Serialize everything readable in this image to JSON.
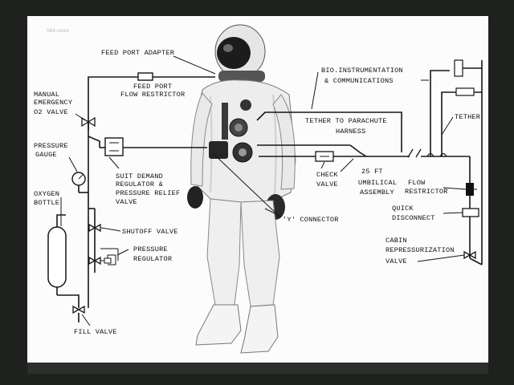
{
  "watermark": "S64-xxxxx",
  "labels": {
    "feed_port_adapter": "FEED PORT ADAPTER",
    "feed_port": "FEED PORT",
    "flow_restrictor_1": "FLOW RESTRICTOR",
    "manual": "MANUAL",
    "emergency": "EMERGENCY",
    "o2_valve": "O2 VALVE",
    "pressure": "PRESSURE",
    "gauge": "GAUGE",
    "suit_demand": "SUIT DEMAND",
    "regulator_and": "REGULATOR &",
    "pressure_relief": "PRESSURE RELIEF",
    "valve": "VALVE",
    "oxygen": "OXYGEN",
    "bottle": "BOTTLE",
    "shutoff_valve": "SHUTOFF VALVE",
    "pressure2": "PRESSURE",
    "regulator": "REGULATOR",
    "fill_valve": "FILL VALVE",
    "bio_line1": "BIO.INSTRUMENTATION",
    "bio_line2": "& COMMUNICATIONS",
    "tether_parachute": "TETHER TO PARACHUTE",
    "harness": "HARNESS",
    "tether": "TETHER",
    "check": "CHECK",
    "check_valve": "VALVE",
    "ft25": "25 FT",
    "umbilical": "UMBILICAL",
    "assembly": "ASSEMBLY",
    "flow": "FLOW",
    "restrictor": "RESTRICTOR",
    "quick": "QUICK",
    "disconnect": "DISCONNECT",
    "y_connector": "'Y' CONNECTOR",
    "cabin": "CABIN",
    "repressurization": "REPRESSURIZATION",
    "cabin_valve": "VALVE"
  }
}
